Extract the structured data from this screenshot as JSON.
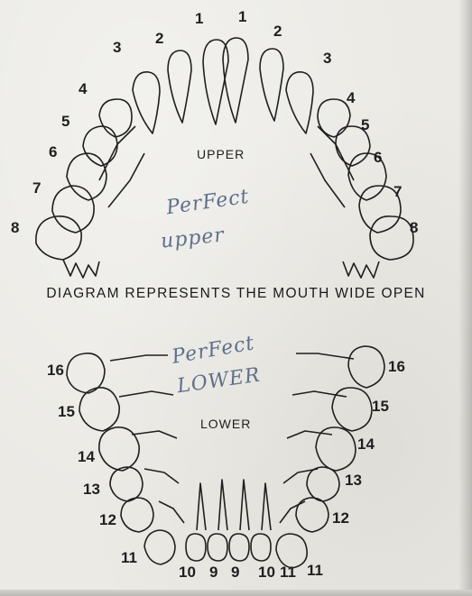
{
  "upper_label": "UPPER",
  "lower_label": "LOWER",
  "caption": "DIAGRAM REPRESENTS THE MOUTH WIDE OPEN",
  "handwritten": {
    "upper_line1": "PerFect",
    "upper_line2": "upper",
    "lower_line1": "PerFect",
    "lower_line2": "LOWER"
  },
  "upper_numbers": [
    "1",
    "1",
    "2",
    "2",
    "3",
    "3",
    "4",
    "4",
    "5",
    "5",
    "6",
    "6",
    "7",
    "7",
    "8",
    "8"
  ],
  "lower_numbers": [
    "16",
    "16",
    "15",
    "15",
    "14",
    "14",
    "13",
    "13",
    "12",
    "12",
    "11",
    "11",
    "10",
    "9",
    "9",
    "10",
    "11"
  ],
  "colors": {
    "ink": "#1f1f1f",
    "pencil": "#5f6f8a",
    "paper": "#ebeae5"
  }
}
